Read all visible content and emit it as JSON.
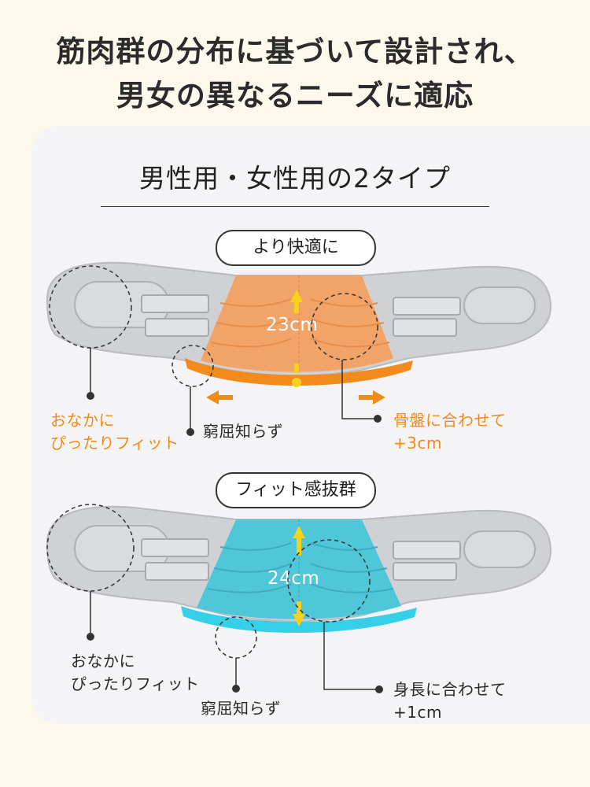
{
  "headline": {
    "line1": "筋肉群の分布に基づいて設計され、",
    "line2": "男女の異なるニーズに適応"
  },
  "subtitle": "男性用・女性用の2タイプ",
  "sections": [
    {
      "pill": "より快適に",
      "measurement": "23cm",
      "panel_color": "#f2a468",
      "panel_edge_color": "#f28a1c",
      "label_a": {
        "line1": "おなかに",
        "line2": "ぴったりフィット"
      },
      "label_b": "窮屈知らず",
      "label_c": {
        "line1": "骨盤に合わせて",
        "line2": "+3cm"
      }
    },
    {
      "pill": "フィット感抜群",
      "measurement": "24cm",
      "panel_color": "#4fc7d8",
      "panel_edge_color": "#35d0e8",
      "label_a": {
        "line1": "おなかに",
        "line2": "ぴったりフィット"
      },
      "label_b": "窮屈知らず",
      "label_c": {
        "line1": "身長に合わせて",
        "line2": "+1cm"
      }
    }
  ],
  "colors": {
    "background": "#fdf8ec",
    "card": "#f4f4f6",
    "accent_orange": "#f08b19",
    "arrow_yellow": "#f7d21b",
    "belt_grey": "#c9cbcf"
  }
}
